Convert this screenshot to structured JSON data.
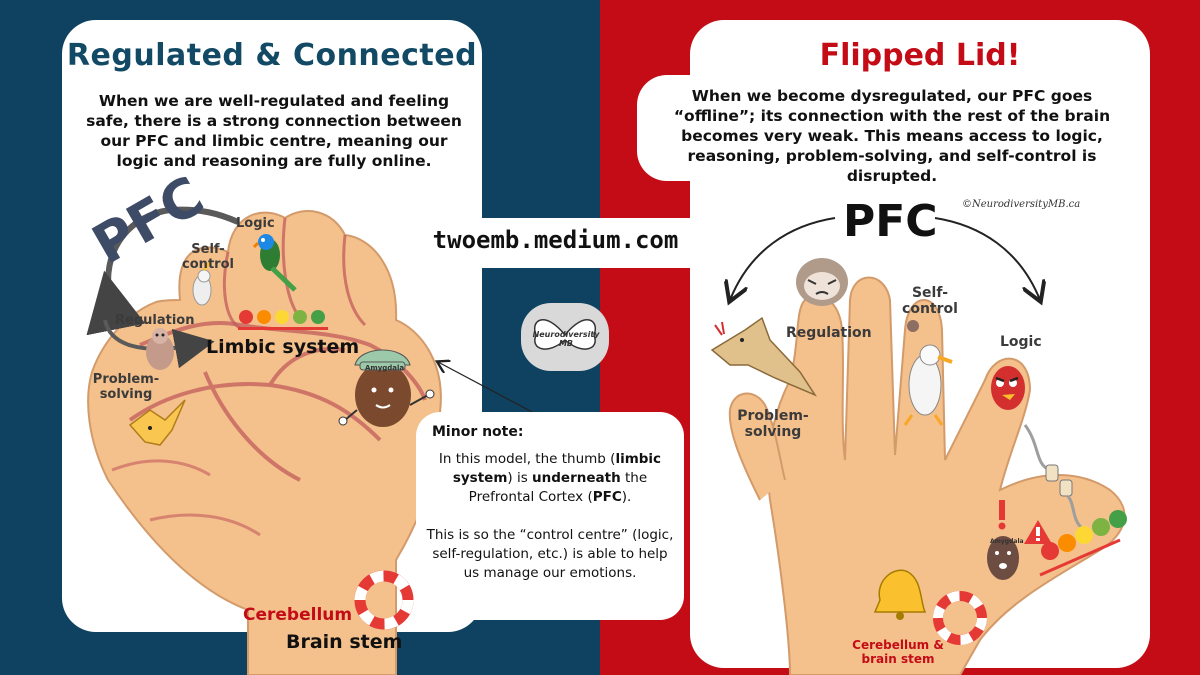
{
  "left": {
    "title": "Regulated & Connected",
    "paragraph": "When we are well-regulated and feeling safe, there is a strong connection between our PFC and limbic centre, meaning our logic and reasoning are fully online.",
    "labels": {
      "pfc": "PFC",
      "logic": "Logic",
      "self_control": "Self-control",
      "regulation": "Regulation",
      "limbic": "Limbic system",
      "problem_solving": "Problem-solving",
      "cerebellum": "Cerebellum",
      "brain_stem": "Brain stem",
      "cap_text": "Amygdala"
    }
  },
  "right": {
    "title": "Flipped Lid!",
    "paragraph": "When we become dysregulated, our PFC goes “offline”; its connection with the rest of the brain becomes very weak. This means access to logic, reasoning, problem-solving, and self-control is disrupted.",
    "copyright": "©NeurodiversityMB.ca",
    "labels": {
      "pfc": "PFC",
      "regulation": "Regulation",
      "self_control": "Self-control",
      "logic": "Logic",
      "problem_solving": "Problem-solving",
      "cerebellum_brainstem": "Cerebellum & brain stem",
      "amygdala_text": "Amygdala"
    }
  },
  "center": {
    "url": "twoemb.medium.com",
    "logo_text": "Neurodiversity MB"
  },
  "note": {
    "heading": "Minor note:",
    "line1_a": "In this model, the thumb (",
    "line1_b": "limbic system",
    "line1_c": ") is ",
    "line1_d": "underneath",
    "line1_e": " the Prefrontal Cortex (",
    "line1_f": "PFC",
    "line1_g": ").",
    "line2": "This is so the “control centre” (logic, self-regulation, etc.) is able to help us manage our emotions."
  },
  "colors": {
    "left_bg": "#0e4260",
    "right_bg": "#c40c17",
    "skin": "#f4c08c",
    "vein": "#c25c5c",
    "title_left": "#124a66",
    "title_right": "#c40c17",
    "cerebellum": "#c40c17"
  },
  "icons": [
    "gorilla-icon",
    "cockatoo-icon",
    "parrot-icon",
    "pterodactyl-icon",
    "amygdala-icon",
    "lifebuoy-icon",
    "sloth-icon",
    "seagull-icon",
    "angry-bird-icon",
    "unplugged-cable-icon",
    "warning-icon",
    "bell-icon",
    "emotion-scale-icon",
    "butterfly-logo-icon"
  ]
}
